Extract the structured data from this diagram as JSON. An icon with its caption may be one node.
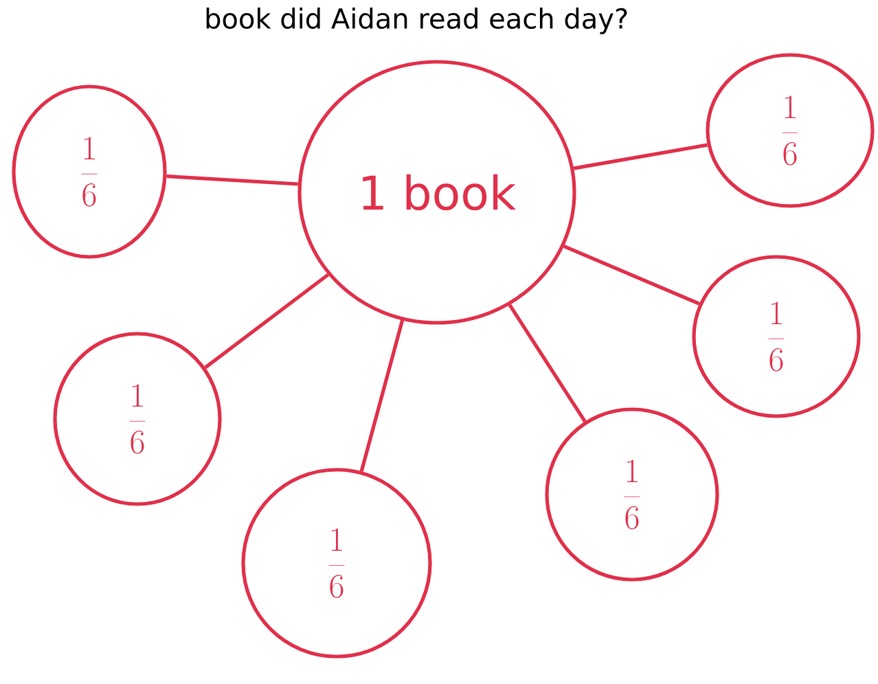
{
  "diagram": {
    "nodes": [
      {
        "text": [
          "1 book"
        ]
      },
      {
        "text": [
          "\\frac{1}{6}"
        ]
      },
      {
        "text": [
          "\\frac{1}{6}"
        ]
      },
      {
        "text": [
          "\\frac{1}{6}"
        ]
      },
      {
        "text": [
          "\\frac{1}{6}"
        ]
      },
      {
        "text": [
          "\\frac{1}{6}"
        ]
      },
      {
        "text": [
          "\\frac{1}{6}"
        ]
      }
    ],
    "edges": [
      {
        "from": 0,
        "to": 1,
        "arrow": "none"
      },
      {
        "from": 0,
        "to": 2,
        "arrow": "none"
      },
      {
        "from": 0,
        "to": 3,
        "arrow": "none"
      },
      {
        "from": 0,
        "to": 4,
        "arrow": "none"
      },
      {
        "from": 0,
        "to": 5,
        "arrow": "none"
      },
      {
        "from": 0,
        "to": 6,
        "arrow": "none"
      }
    ],
    "labels": [
      "book did Aidan read each day?"
    ]
  }
}
